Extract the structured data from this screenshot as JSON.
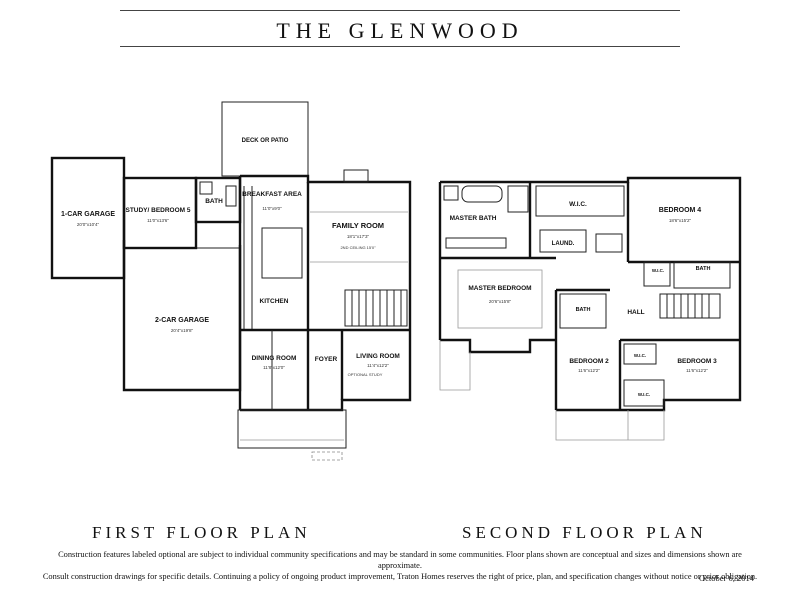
{
  "title": "THE GLENWOOD",
  "first_floor": {
    "caption": "FIRST FLOOR PLAN",
    "rooms": {
      "deck": "DECK OR PATIO",
      "one_car": "1-CAR GARAGE",
      "one_car_dim": "20'0\"x10'4\"",
      "study": "STUDY/ BEDROOM 5",
      "study_dim": "11'0\"x13'6\"",
      "bath": "BATH",
      "breakfast": "BREAKFAST AREA",
      "breakfast_dim": "11'0\"x9'0\"",
      "family": "FAMILY ROOM",
      "family_dim": "18'1\"x17'3\"",
      "family_note": "2ND CEILING 15'0\"",
      "kitchen": "KITCHEN",
      "two_car": "2-CAR GARAGE",
      "two_car_dim": "20'4\"x19'8\"",
      "dining": "DINING ROOM",
      "dining_dim": "11'8\"x12'0\"",
      "foyer": "FOYER",
      "living": "LIVING ROOM",
      "living_dim": "11'4\"x12'2\"",
      "living_note": "OPTIONAL STUDY"
    }
  },
  "second_floor": {
    "caption": "SECOND FLOOR PLAN",
    "rooms": {
      "master_bath": "MASTER BATH",
      "wic": "W.I.C.",
      "bedroom4": "BEDROOM 4",
      "bedroom4_dim": "18'6\"x15'2\"",
      "laund": "LAUND.",
      "wic_small": "W.I.C.",
      "bath": "BATH",
      "master_bed": "MASTER BEDROOM",
      "master_bed_dim": "20'6\"x15'8\"",
      "bath2": "BATH",
      "hall": "HALL",
      "bedroom2": "BEDROOM 2",
      "bedroom2_dim": "11'6\"x12'2\"",
      "wic2": "W.I.C.",
      "bedroom3": "BEDROOM 3",
      "bedroom3_dim": "11'6\"x12'2\"",
      "wic3": "W.I.C."
    }
  },
  "disclaimer_line1": "Construction features labeled optional are subject to individual community specifications and may be standard in some communities. Floor plans shown are conceptual and sizes and dimensions shown are approximate.",
  "disclaimer_line2": "Consult construction drawings for specific details. Continuing a policy of ongoing product improvement, Traton Homes reserves the right of price, plan, and specification changes without notice or prior obligation.",
  "date": "October 6, 2014"
}
